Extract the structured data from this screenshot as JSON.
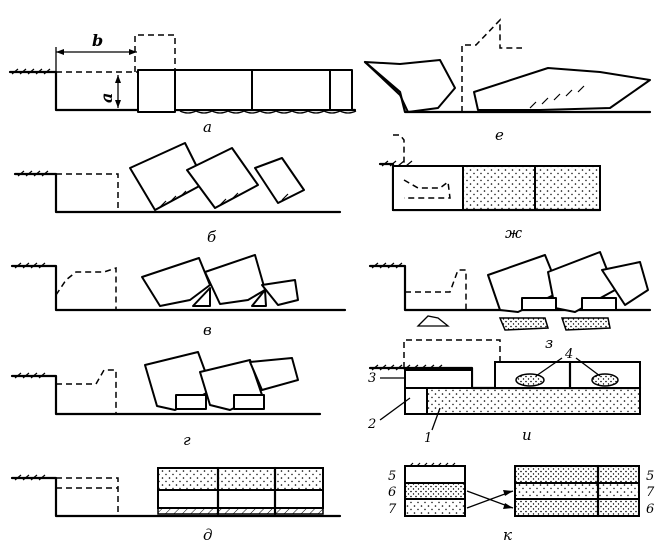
{
  "panels": [
    {
      "id": "a",
      "label": "а"
    },
    {
      "id": "b",
      "label": "б"
    },
    {
      "id": "v",
      "label": "в"
    },
    {
      "id": "g",
      "label": "г"
    },
    {
      "id": "d",
      "label": "д"
    },
    {
      "id": "e",
      "label": "е"
    },
    {
      "id": "zh",
      "label": "ж"
    },
    {
      "id": "z",
      "label": "з"
    },
    {
      "id": "i",
      "label": "и"
    },
    {
      "id": "k",
      "label": "к"
    }
  ],
  "dimensions": {
    "width": "b",
    "depth": "a"
  },
  "callouts_i": [
    "1",
    "2",
    "3",
    "4"
  ],
  "callouts_k": {
    "left": [
      "5",
      "6",
      "7"
    ],
    "right": [
      "5",
      "7",
      "6"
    ]
  }
}
